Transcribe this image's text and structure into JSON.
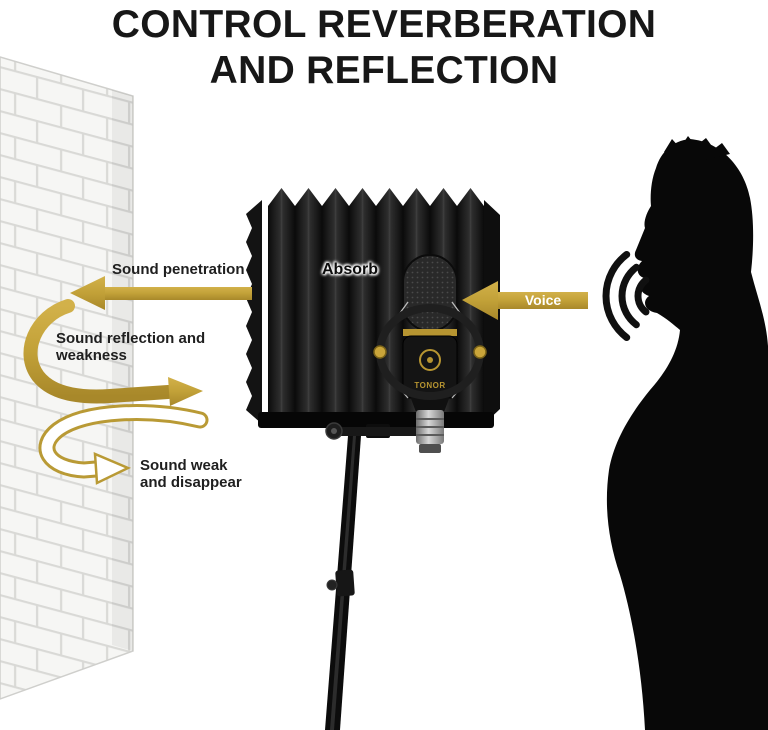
{
  "title": {
    "line1": "CONTROL REVERBERATION",
    "line2": "AND REFLECTION"
  },
  "labels": {
    "sound_penetration": "Sound penetration",
    "absorb": "Absorb",
    "voice": "Voice",
    "sound_reflection": "Sound reflection and weakness",
    "sound_weak": "Sound weak and disappear"
  },
  "mic": {
    "brand": "TONOR"
  },
  "icons": {
    "sound_penetration_arrow": "left-arrow",
    "voice_arrow": "left-arrow",
    "reflection_arrow": "u-turn-right-arrow",
    "weak_arrow": "u-turn-right-outline-arrow",
    "sound_waves": "sound-waves"
  },
  "colors": {
    "gold": "#c2a138",
    "gold_dark": "#a8882a",
    "silhouette": "#080808",
    "foam_dark": "#0c0c0c",
    "foam_light": "#383838",
    "title_text": "#171717",
    "background": "#ffffff"
  }
}
